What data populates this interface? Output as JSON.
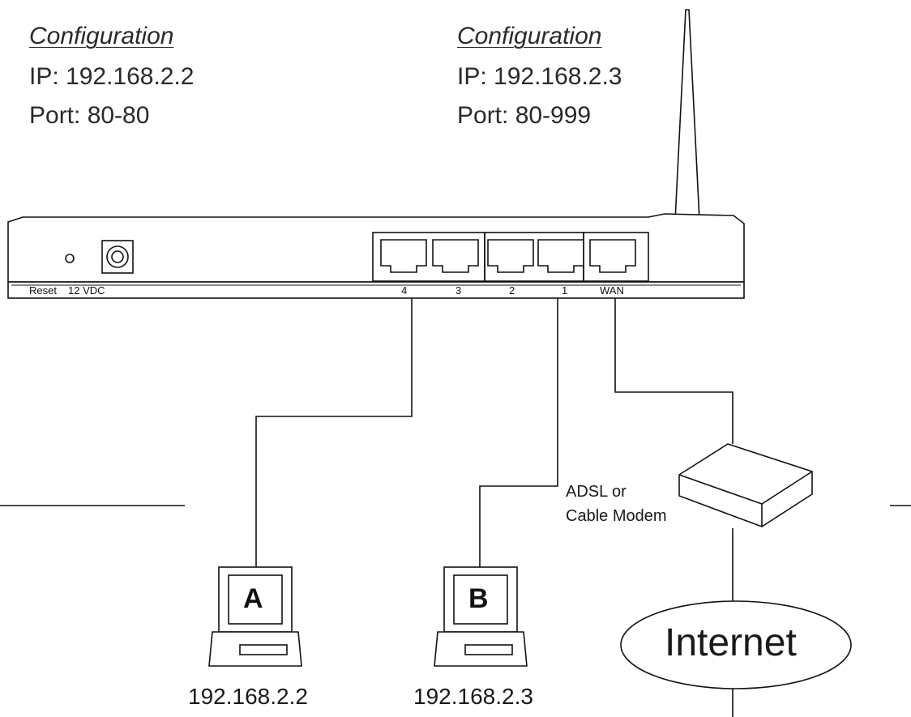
{
  "config_a": {
    "title": "Configuration",
    "ip": "IP: 192.168.2.2",
    "port": "Port: 80-80"
  },
  "config_b": {
    "title": "Configuration",
    "ip": "IP: 192.168.2.3",
    "port": "Port: 80-999"
  },
  "router": {
    "reset_label": "Reset",
    "power_label": "12 VDC",
    "ports": [
      "4",
      "3",
      "2",
      "1",
      "WAN"
    ]
  },
  "modem": {
    "label_line1": "ADSL or",
    "label_line2": "Cable Modem"
  },
  "internet": {
    "label": "Internet"
  },
  "hosts": [
    {
      "letter": "A",
      "ip": "192.168.2.2"
    },
    {
      "letter": "B",
      "ip": "192.168.2.3"
    }
  ],
  "colors": {
    "line": "#111111",
    "background": "#ffffff"
  },
  "icons": [
    "antenna-icon",
    "rj45-port-icon",
    "computer-icon",
    "modem-icon",
    "internet-cloud-icon",
    "power-jack-icon",
    "reset-hole-icon"
  ]
}
